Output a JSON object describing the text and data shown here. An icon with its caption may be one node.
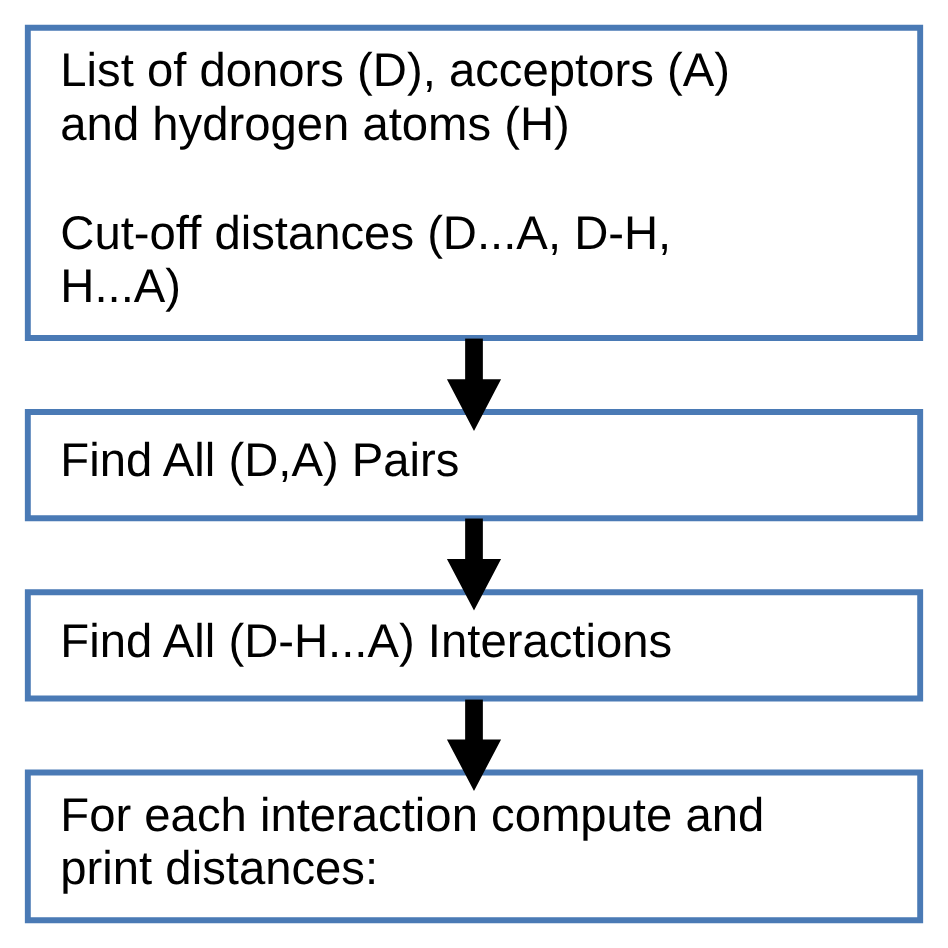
{
  "diagram": {
    "nodes": [
      {
        "text": [
          "List of donors (D), acceptors (A) and hydrogen atoms (H)",
          "Cut-off distances (D...A, D-H, H...A)"
        ]
      },
      {
        "text": [
          "Find All (D,A) Pairs"
        ]
      },
      {
        "text": [
          "Find All (D-H...A) Interactions"
        ]
      },
      {
        "text": [
          "For each interaction compute and print distances:"
        ]
      }
    ],
    "edges": [
      {
        "from": 0,
        "to": 1,
        "arrow": "to"
      },
      {
        "from": 1,
        "to": 2,
        "arrow": "to"
      },
      {
        "from": 2,
        "to": 3,
        "arrow": "to"
      }
    ]
  }
}
